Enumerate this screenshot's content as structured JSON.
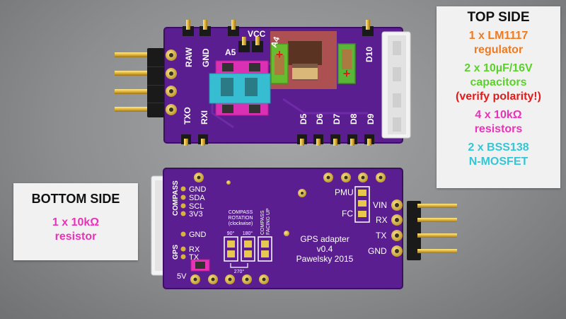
{
  "colors": {
    "board": "#5a1e90",
    "pad": "#d7b23c",
    "regulator": "#f07a1f",
    "capacitor": "#5bd12b",
    "resistor": "#e832b8",
    "mosfet": "#35c6d6",
    "polarity": "#e11b1b"
  },
  "top_card": {
    "title": "TOP SIDE",
    "regulator": [
      "1 x LM1117",
      "regulator"
    ],
    "capacitors": [
      "2 x 10µF/16V",
      "capacitors",
      "(verify polarity!)"
    ],
    "resistors": [
      "4 x 10kΩ",
      "resistors"
    ],
    "mosfets": [
      "2 x BSS138",
      "N-MOSFET"
    ]
  },
  "bottom_card": {
    "title": "BOTTOM SIDE",
    "resistor": [
      "1 x 10kΩ",
      "resistor"
    ]
  },
  "top_board": {
    "labels": {
      "raw": "RAW",
      "gnd": "GND",
      "vcc": "VCC",
      "a5": "A5",
      "a4": "A4",
      "d10": "D10",
      "txo": "TXO",
      "rxi": "RXI",
      "d5": "D5",
      "d6": "D6",
      "d7": "D7",
      "d8": "D8",
      "d9": "D9"
    },
    "plus": "+"
  },
  "bottom_board": {
    "compass": "COMPASS",
    "gps": "GPS",
    "compass_pins": [
      "GND",
      "SDA",
      "SCL",
      "3V3"
    ],
    "gps_pins": [
      "GND",
      "RX",
      "TX"
    ],
    "five_v": "5V",
    "rotation": [
      "COMPASS",
      "ROTATION",
      "(clockwise)"
    ],
    "angles": {
      "a90": "90°",
      "a180": "180°",
      "a270": "270°"
    },
    "facing": [
      "COMPASS",
      "FACING UP"
    ],
    "pmu": "PMU",
    "fc": "FC",
    "right_pins": [
      "VIN",
      "RX",
      "TX",
      "GND"
    ],
    "info": [
      "GPS adapter",
      "v0.4",
      "Pawelsky 2015"
    ]
  }
}
